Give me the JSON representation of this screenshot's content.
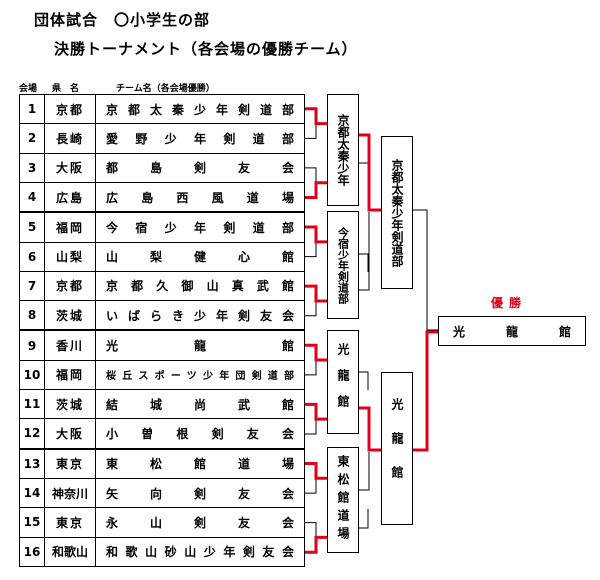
{
  "header": {
    "line1": "団体試合　〇小学生の部",
    "line2": "決勝トーナメント（各会場の優勝チーム）"
  },
  "columns": {
    "venue": "会場",
    "pref": "県　名",
    "team": "チーム名（各会場優勝）"
  },
  "entries": [
    {
      "no": "1",
      "pref": "京都",
      "team": "京都太秦少年剣道部"
    },
    {
      "no": "2",
      "pref": "長崎",
      "team": "愛野少年剣道部"
    },
    {
      "no": "3",
      "pref": "大阪",
      "team": "都島剣友会"
    },
    {
      "no": "4",
      "pref": "広島",
      "team": "広島西風道場"
    },
    {
      "no": "5",
      "pref": "福岡",
      "team": "今宿少年剣道部"
    },
    {
      "no": "6",
      "pref": "山梨",
      "team": "山梨健心館"
    },
    {
      "no": "7",
      "pref": "京都",
      "team": "京都久御山真武館"
    },
    {
      "no": "8",
      "pref": "茨城",
      "team": "いばらき少年剣友会"
    },
    {
      "no": "9",
      "pref": "香川",
      "team": "光龍館"
    },
    {
      "no": "10",
      "pref": "福岡",
      "team": "桜丘スポーツ少年団剣道部"
    },
    {
      "no": "11",
      "pref": "茨城",
      "team": "結城尚武館"
    },
    {
      "no": "12",
      "pref": "大阪",
      "team": "小曽根剣友会"
    },
    {
      "no": "13",
      "pref": "東京",
      "team": "東松館道場"
    },
    {
      "no": "14",
      "pref": "神奈川",
      "team": "矢向剣友会"
    },
    {
      "no": "15",
      "pref": "東京",
      "team": "永山剣友会"
    },
    {
      "no": "16",
      "pref": "和歌山",
      "team": "和歌山砂山少年剣友会"
    }
  ],
  "round2": [
    "京都太秦少年",
    "今宿少年剣道部",
    "光龍館",
    "東松館道場"
  ],
  "semis": [
    "京都太秦少年剣道部",
    "光龍館"
  ],
  "champion_label": "優勝",
  "champion": "光龍館",
  "colors": {
    "win_line": "#e0001a",
    "line": "#000000"
  }
}
